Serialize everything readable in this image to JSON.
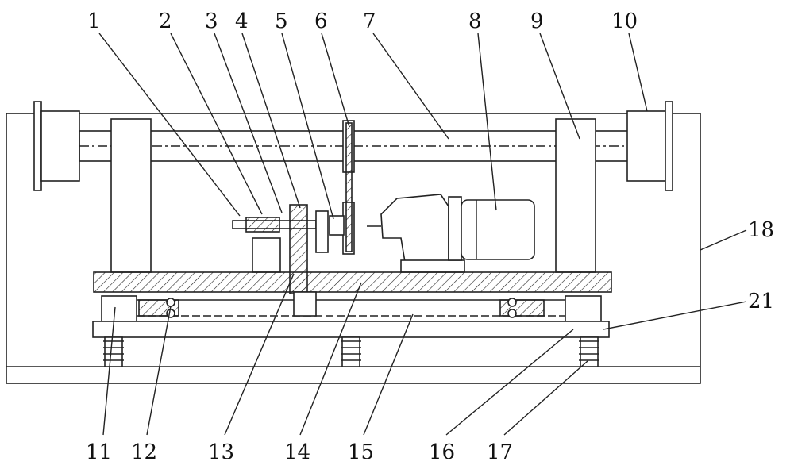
{
  "title": "Mechanical drawing with numbered part callouts",
  "labels": {
    "l1": "1",
    "l2": "2",
    "l3": "3",
    "l4": "4",
    "l5": "5",
    "l6": "6",
    "l7": "7",
    "l8": "8",
    "l9": "9",
    "l10": "10",
    "l11": "11",
    "l12": "12",
    "l13": "13",
    "l14": "14",
    "l15": "15",
    "l16": "16",
    "l17": "17",
    "l18": "18",
    "l21": "21"
  }
}
